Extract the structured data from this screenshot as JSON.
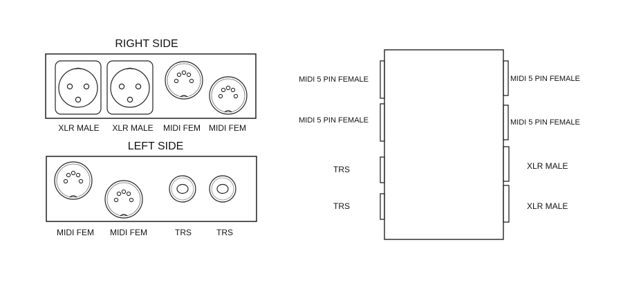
{
  "right_side": {
    "title": "RIGHT SIDE",
    "labels": [
      "XLR MALE",
      "XLR MALE",
      "MIDI FEM",
      "MIDI FEM"
    ]
  },
  "left_side": {
    "title": "LEFT SIDE",
    "labels": [
      "MIDI FEM",
      "MIDI FEM",
      "TRS",
      "TRS"
    ]
  },
  "box": {
    "left_ports": [
      "MIDI 5 PIN FEMALE",
      "MIDI 5 PIN FEMALE",
      "TRS",
      "TRS"
    ],
    "right_ports": [
      "MIDI 5 PIN FEMALE",
      "MIDI 5 PIN FEMALE",
      "XLR MALE",
      "XLR MALE"
    ]
  }
}
